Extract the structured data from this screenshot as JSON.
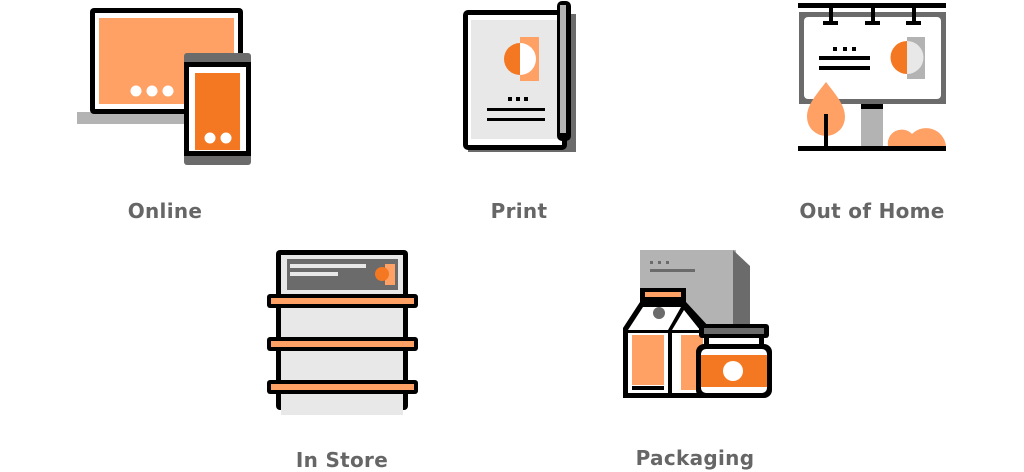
{
  "channels": [
    {
      "label": "Online",
      "icon": "devices-icon"
    },
    {
      "label": "Print",
      "icon": "book-icon"
    },
    {
      "label": "Out of Home",
      "icon": "billboard-icon"
    },
    {
      "label": "In Store",
      "icon": "store-shelf-icon"
    },
    {
      "label": "Packaging",
      "icon": "packaging-icon"
    }
  ],
  "colors": {
    "orange": "#F47721",
    "peach": "#FFA065",
    "dark_gray": "#6B6B6B",
    "gray": "#B3B3B3",
    "light_gray": "#E8E8E8",
    "label": "#666666"
  }
}
